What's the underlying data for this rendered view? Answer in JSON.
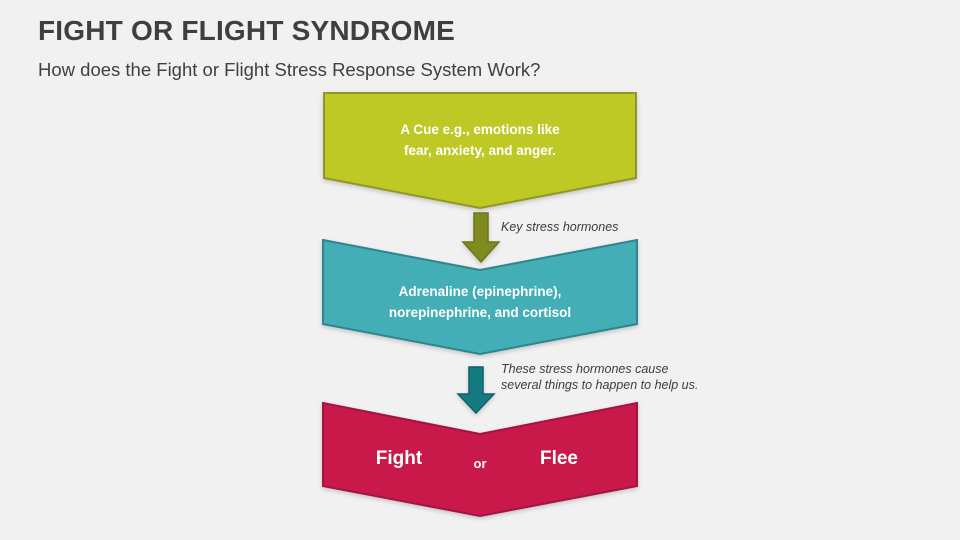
{
  "slide": {
    "title": "FIGHT OR FLIGHT SYNDROME",
    "subtitle": "How does the Fight or Flight Stress Response System Work?",
    "background_color": "#f1f1f2",
    "heading_color": "#3f3f3f"
  },
  "diagram": {
    "step1": {
      "text_line1": "A Cue e.g., emotions like",
      "text_line2": "fear, anxiety, and anger.",
      "fill": "#bec926",
      "border": "#8e9823"
    },
    "arrow1": {
      "label": "Key stress hormones",
      "fill": "#7f8b1f",
      "border": "#6c7719"
    },
    "step2": {
      "text_line1": "Adrenaline (epinephrine),",
      "text_line2": "norepinephrine, and cortisol",
      "fill": "#43aeb6",
      "border": "#2e858e"
    },
    "arrow2": {
      "label_line1": "These stress hormones cause",
      "label_line2": "several things to happen to help us.",
      "fill": "#157b82",
      "border": "#105f65"
    },
    "step3": {
      "fight_label": "Fight",
      "or_label": "or",
      "flee_label": "Flee",
      "fill": "#c8194a",
      "border": "#a31440"
    }
  }
}
